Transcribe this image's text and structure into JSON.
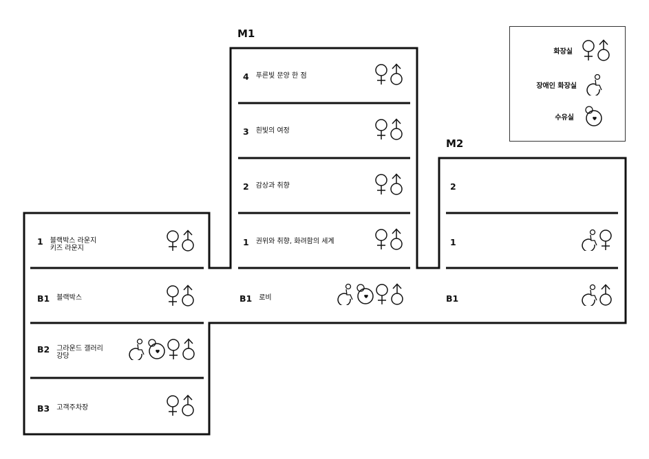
{
  "buildings": [
    {
      "title": "",
      "floors": [
        {
          "num": "1",
          "name": "블랙박스 라운지\n키즈 라운지",
          "icons": [
            "female-icon",
            "male-icon"
          ]
        },
        {
          "num": "B1",
          "name": "블랙박스",
          "icons": [
            "female-icon",
            "male-icon"
          ]
        },
        {
          "num": "B2",
          "name": "그라운드 갤러리\n강당",
          "icons": [
            "accessible-icon",
            "nursing-icon",
            "female-icon",
            "male-icon"
          ]
        },
        {
          "num": "B3",
          "name": "고객주차장",
          "icons": [
            "female-icon",
            "male-icon"
          ]
        }
      ]
    },
    {
      "title": "M1",
      "floors": [
        {
          "num": "4",
          "name": "푸른빛 문양 한 점",
          "icons": [
            "female-icon",
            "male-icon"
          ]
        },
        {
          "num": "3",
          "name": "흰빛의 여정",
          "icons": [
            "female-icon",
            "male-icon"
          ]
        },
        {
          "num": "2",
          "name": "감상과 취향",
          "icons": [
            "female-icon",
            "male-icon"
          ]
        },
        {
          "num": "1",
          "name": "권위와 취향, 화려함의 세계",
          "icons": [
            "female-icon",
            "male-icon"
          ]
        },
        {
          "num": "B1",
          "name": "로비",
          "icons": [
            "accessible-icon",
            "nursing-icon",
            "female-icon",
            "male-icon"
          ]
        }
      ]
    },
    {
      "title": "M2",
      "floors": [
        {
          "num": "2",
          "name": "",
          "icons": []
        },
        {
          "num": "1",
          "name": "",
          "icons": [
            "accessible-icon",
            "female-icon"
          ]
        },
        {
          "num": "B1",
          "name": "",
          "icons": [
            "accessible-icon",
            "male-icon"
          ]
        }
      ]
    }
  ],
  "legend": {
    "items": [
      {
        "label": "화장실",
        "icons": [
          "female-icon",
          "male-icon"
        ]
      },
      {
        "label": "장애인 화장실",
        "icons": [
          "accessible-icon"
        ]
      },
      {
        "label": "수유실",
        "icons": [
          "nursing-icon"
        ]
      }
    ]
  },
  "colors": {
    "stroke": "#111111",
    "background": "#ffffff"
  }
}
